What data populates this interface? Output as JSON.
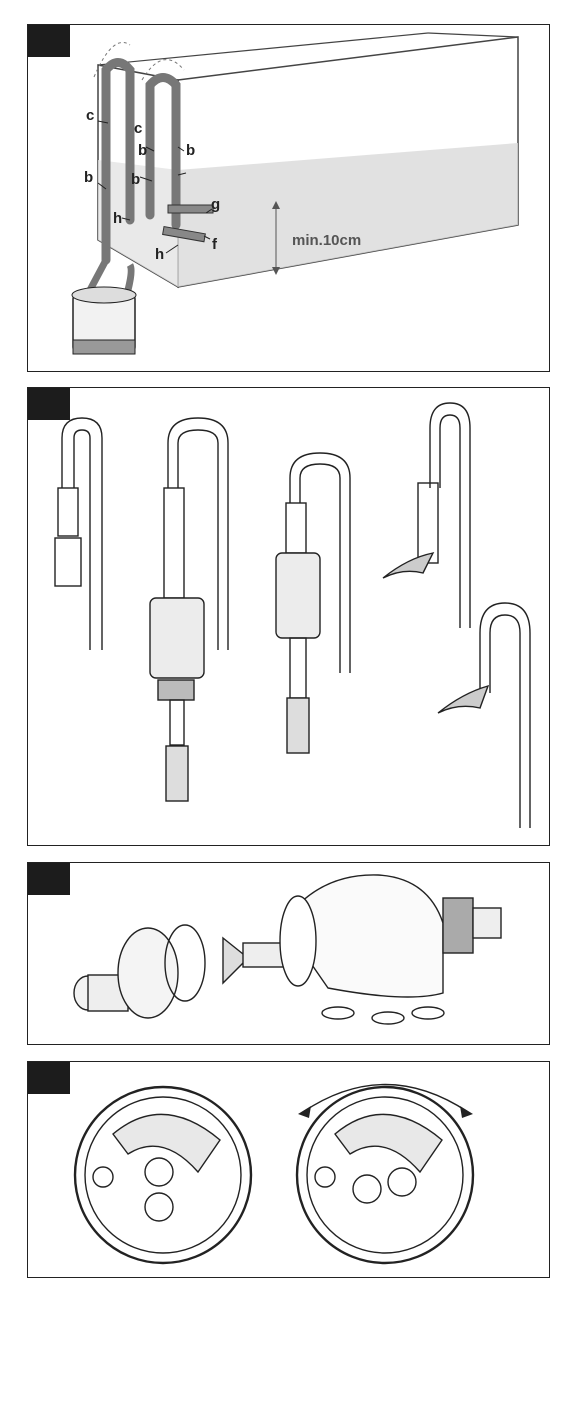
{
  "panel1": {
    "labels": {
      "c1": "c",
      "c2": "c",
      "b1": "b",
      "b2": "b",
      "b3": "b",
      "b4": "b",
      "h1": "h",
      "h2": "h",
      "g": "g",
      "f": "f"
    },
    "min_level": "min.10cm"
  },
  "colors": {
    "tab": "#1c1c1c",
    "outline": "#222222",
    "tube": "#8a8a8a",
    "water": "#d9d9d9"
  }
}
